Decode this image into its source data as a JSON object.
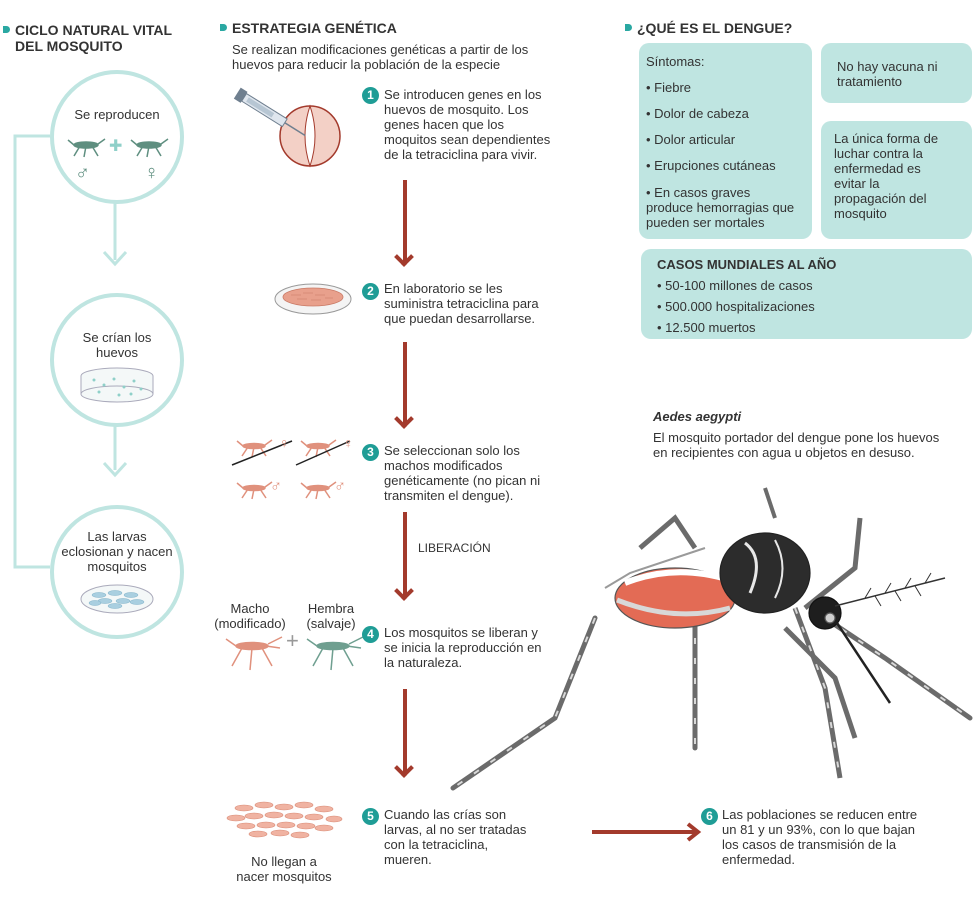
{
  "left": {
    "title_line1": "CICLO NATURAL VITAL",
    "title_line2": "DEL MOSQUITO",
    "stage1": "Se reproducen",
    "male_symbol": "♂",
    "female_symbol": "♀",
    "plus": "✚",
    "stage2_line1": "Se crían los",
    "stage2_line2": "huevos",
    "stage3_line1": "Las larvas",
    "stage3_line2": "eclosionan y nacen",
    "stage3_line3": "mosquitos"
  },
  "middle": {
    "title": "ESTRATEGIA GENÉTICA",
    "subtitle_line1": "Se realizan modificaciones genéticas a partir de los",
    "subtitle_line2": "huevos para reducir la población de la especie",
    "steps": [
      {
        "num": "1",
        "lines": [
          "Se introducen genes en los",
          "huevos de mosquito. Los",
          "genes hacen que los",
          "moquitos sean dependientes",
          "de la tetraciclina para vivir."
        ]
      },
      {
        "num": "2",
        "lines": [
          "En laboratorio se les",
          "suministra tetraciclina para",
          "que puedan desarrollarse."
        ]
      },
      {
        "num": "3",
        "lines": [
          "Se seleccionan solo los",
          "machos modificados",
          "genéticamente (no pican ni",
          "transmiten el dengue)."
        ]
      },
      {
        "num": "4",
        "lines": [
          "Los mosquitos se liberan y",
          "se inicia la reproducción en",
          "la naturaleza."
        ]
      },
      {
        "num": "5",
        "lines": [
          "Cuando las crías son",
          "larvas, al no ser tratadas",
          "con la tetraciclina,",
          "mueren."
        ]
      },
      {
        "num": "6",
        "lines": [
          "Las poblaciones se reducen entre",
          "un 81 y un 93%, con lo que bajan",
          "los casos de transmisión de la",
          "enfermedad."
        ]
      }
    ],
    "liberacion": "LIBERACIÓN",
    "macho_line1": "Macho",
    "macho_line2": "(modificado)",
    "hembra_line1": "Hembra",
    "hembra_line2": "(salvaje)",
    "plus": "+",
    "nollegan_line1": "No llegan a",
    "nollegan_line2": "nacer mosquitos",
    "male_symbol": "♂",
    "female_symbol": "♀"
  },
  "right": {
    "title": "¿QUÉ ES EL DENGUE?",
    "sintomas_label": "Síntomas:",
    "sintomas": [
      "• Fiebre",
      "• Dolor de cabeza",
      "• Dolor articular",
      "• Erupciones cutáneas"
    ],
    "graves_lines": [
      "• En casos graves",
      "produce hemorragias que",
      "pueden ser mortales"
    ],
    "vacuna_lines": [
      "No hay vacuna ni",
      "tratamiento"
    ],
    "forma_lines": [
      "La única forma de",
      "luchar contra la",
      "enfermedad es",
      "evitar la",
      "propagación del",
      "mosquito"
    ],
    "casos_title": "CASOS MUNDIALES AL AÑO",
    "casos": [
      "• 50-100 millones de casos",
      "• 500.000 hospitalizaciones",
      "• 12.500 muertos"
    ],
    "aedes_title": "Aedes aegypti",
    "aedes_lines": [
      "El mosquito portador del dengue pone los huevos",
      "en recipientes con agua u objetos en desuso."
    ]
  },
  "colors": {
    "teal_light": "#bfe5e1",
    "teal_dark": "#1f9d96",
    "arrow_red": "#a33a2c",
    "salmon": "#e8a08c",
    "mosquito_green": "#5f8f80"
  }
}
